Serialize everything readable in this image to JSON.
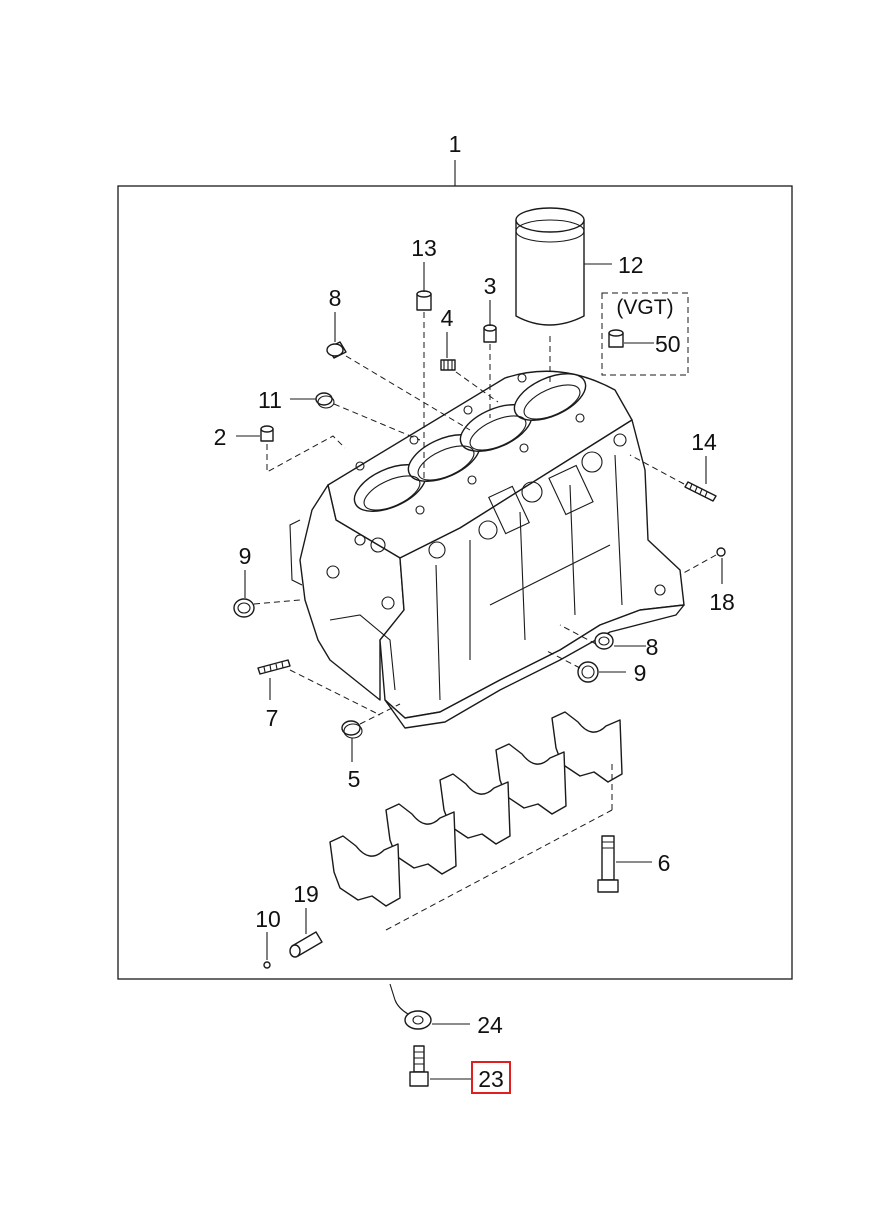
{
  "callouts": {
    "c1": "1",
    "c2": "2",
    "c3": "3",
    "c4": "4",
    "c5": "5",
    "c6": "6",
    "c7": "7",
    "c8a": "8",
    "c8b": "8",
    "c9a": "9",
    "c9b": "9",
    "c10": "10",
    "c11": "11",
    "c12": "12",
    "c13": "13",
    "c14": "14",
    "c18": "18",
    "c19": "19",
    "c23": "23",
    "c24": "24",
    "c50": "50"
  },
  "vgt_note": "(VGT)",
  "highlight": {
    "callout": "23",
    "color": "#e02020"
  }
}
